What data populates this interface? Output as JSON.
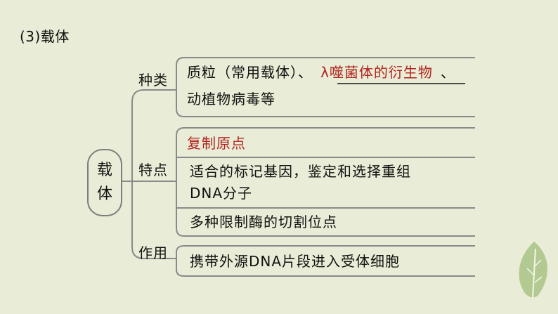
{
  "title": "(3)载体",
  "center": {
    "char1": "载",
    "char2": "体"
  },
  "branches": {
    "type": {
      "label": "种类",
      "line1_before": "质粒（常用载体）、",
      "line1_blank": "λ噬菌体的衍生物",
      "line1_after": "、",
      "line2": "动植物病毒等"
    },
    "feature": {
      "label": "特点",
      "item1": "复制原点",
      "item2_line1": "适合的标记基因，鉴定和选择重组",
      "item2_line2": "DNA分子",
      "item3": "多种限制酶的切割位点"
    },
    "function": {
      "label": "作用",
      "text": "携带外源DNA片段进入受体细胞"
    }
  },
  "colors": {
    "background": "#e9ecd6",
    "answer_red": "#b0241f",
    "line_gray": "#8a8a8a",
    "leaf_green": "#9fbf7a"
  }
}
